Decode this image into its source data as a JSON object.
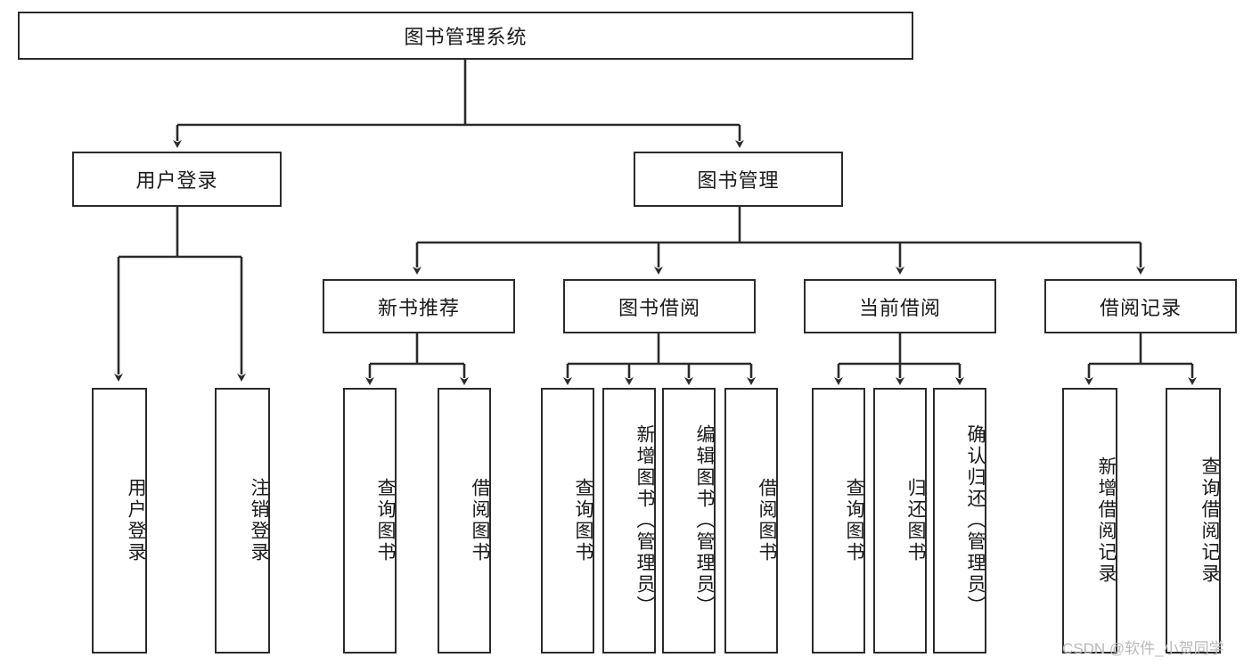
{
  "diagram": {
    "title": "图书管理系统",
    "type": "tree",
    "watermark": "CSDN @软件_小贺同学",
    "colors": {
      "box_border": "#2b2b2b",
      "box_fill": "#ffffff",
      "connector": "#2b2b2b",
      "text": "#1a1a1a",
      "watermark": "#b9b9b9",
      "background": "#ffffff"
    },
    "nodes": {
      "root": {
        "label": "图书管理系统"
      },
      "level2": [
        {
          "id": "user-login",
          "label": "用户登录"
        },
        {
          "id": "book-manage",
          "label": "图书管理"
        }
      ],
      "level3": [
        {
          "id": "new-book-recommend",
          "label": "新书推荐"
        },
        {
          "id": "book-borrow",
          "label": "图书借阅"
        },
        {
          "id": "current-borrow",
          "label": "当前借阅"
        },
        {
          "id": "borrow-record",
          "label": "借阅记录"
        }
      ],
      "leaves": [
        {
          "id": "leaf-user-login",
          "label": "用户登录",
          "parent": "user-login"
        },
        {
          "id": "leaf-logout-login",
          "label": "注销登录",
          "parent": "user-login"
        },
        {
          "id": "leaf-query-book-1",
          "label": "查询图书",
          "parent": "new-book-recommend"
        },
        {
          "id": "leaf-borrow-book-1",
          "label": "借阅图书",
          "parent": "new-book-recommend"
        },
        {
          "id": "leaf-query-book-2",
          "label": "查询图书",
          "parent": "book-borrow"
        },
        {
          "id": "leaf-add-book",
          "label": "新增图书（管理员）",
          "parent": "book-borrow"
        },
        {
          "id": "leaf-edit-book",
          "label": "编辑图书（管理员）",
          "parent": "book-borrow"
        },
        {
          "id": "leaf-borrow-book-2",
          "label": "借阅图书",
          "parent": "book-borrow"
        },
        {
          "id": "leaf-query-book-3",
          "label": "查询图书",
          "parent": "current-borrow"
        },
        {
          "id": "leaf-return-book",
          "label": "归还图书",
          "parent": "current-borrow"
        },
        {
          "id": "leaf-confirm-return",
          "label": "确认归还（管理员）",
          "parent": "current-borrow"
        },
        {
          "id": "leaf-add-record",
          "label": "新增借阅记录",
          "parent": "borrow-record"
        },
        {
          "id": "leaf-query-record",
          "label": "查询借阅记录",
          "parent": "borrow-record"
        }
      ]
    }
  }
}
